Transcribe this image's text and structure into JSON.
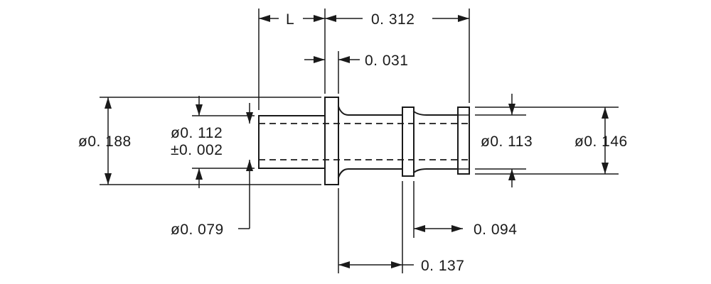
{
  "dimensions": {
    "length_label": "L",
    "overall_length": "0. 312",
    "flange_thickness": "0. 031",
    "outer_diameter": "ø0. 188",
    "shank_diameter_line1": "ø0. 112",
    "shank_diameter_line2": "±0. 002",
    "hole_diameter": "ø0. 079",
    "groove_diameter": "ø0. 113",
    "collar_diameter": "ø0. 146",
    "groove_length": "0. 094",
    "collar_position": "0. 137"
  }
}
